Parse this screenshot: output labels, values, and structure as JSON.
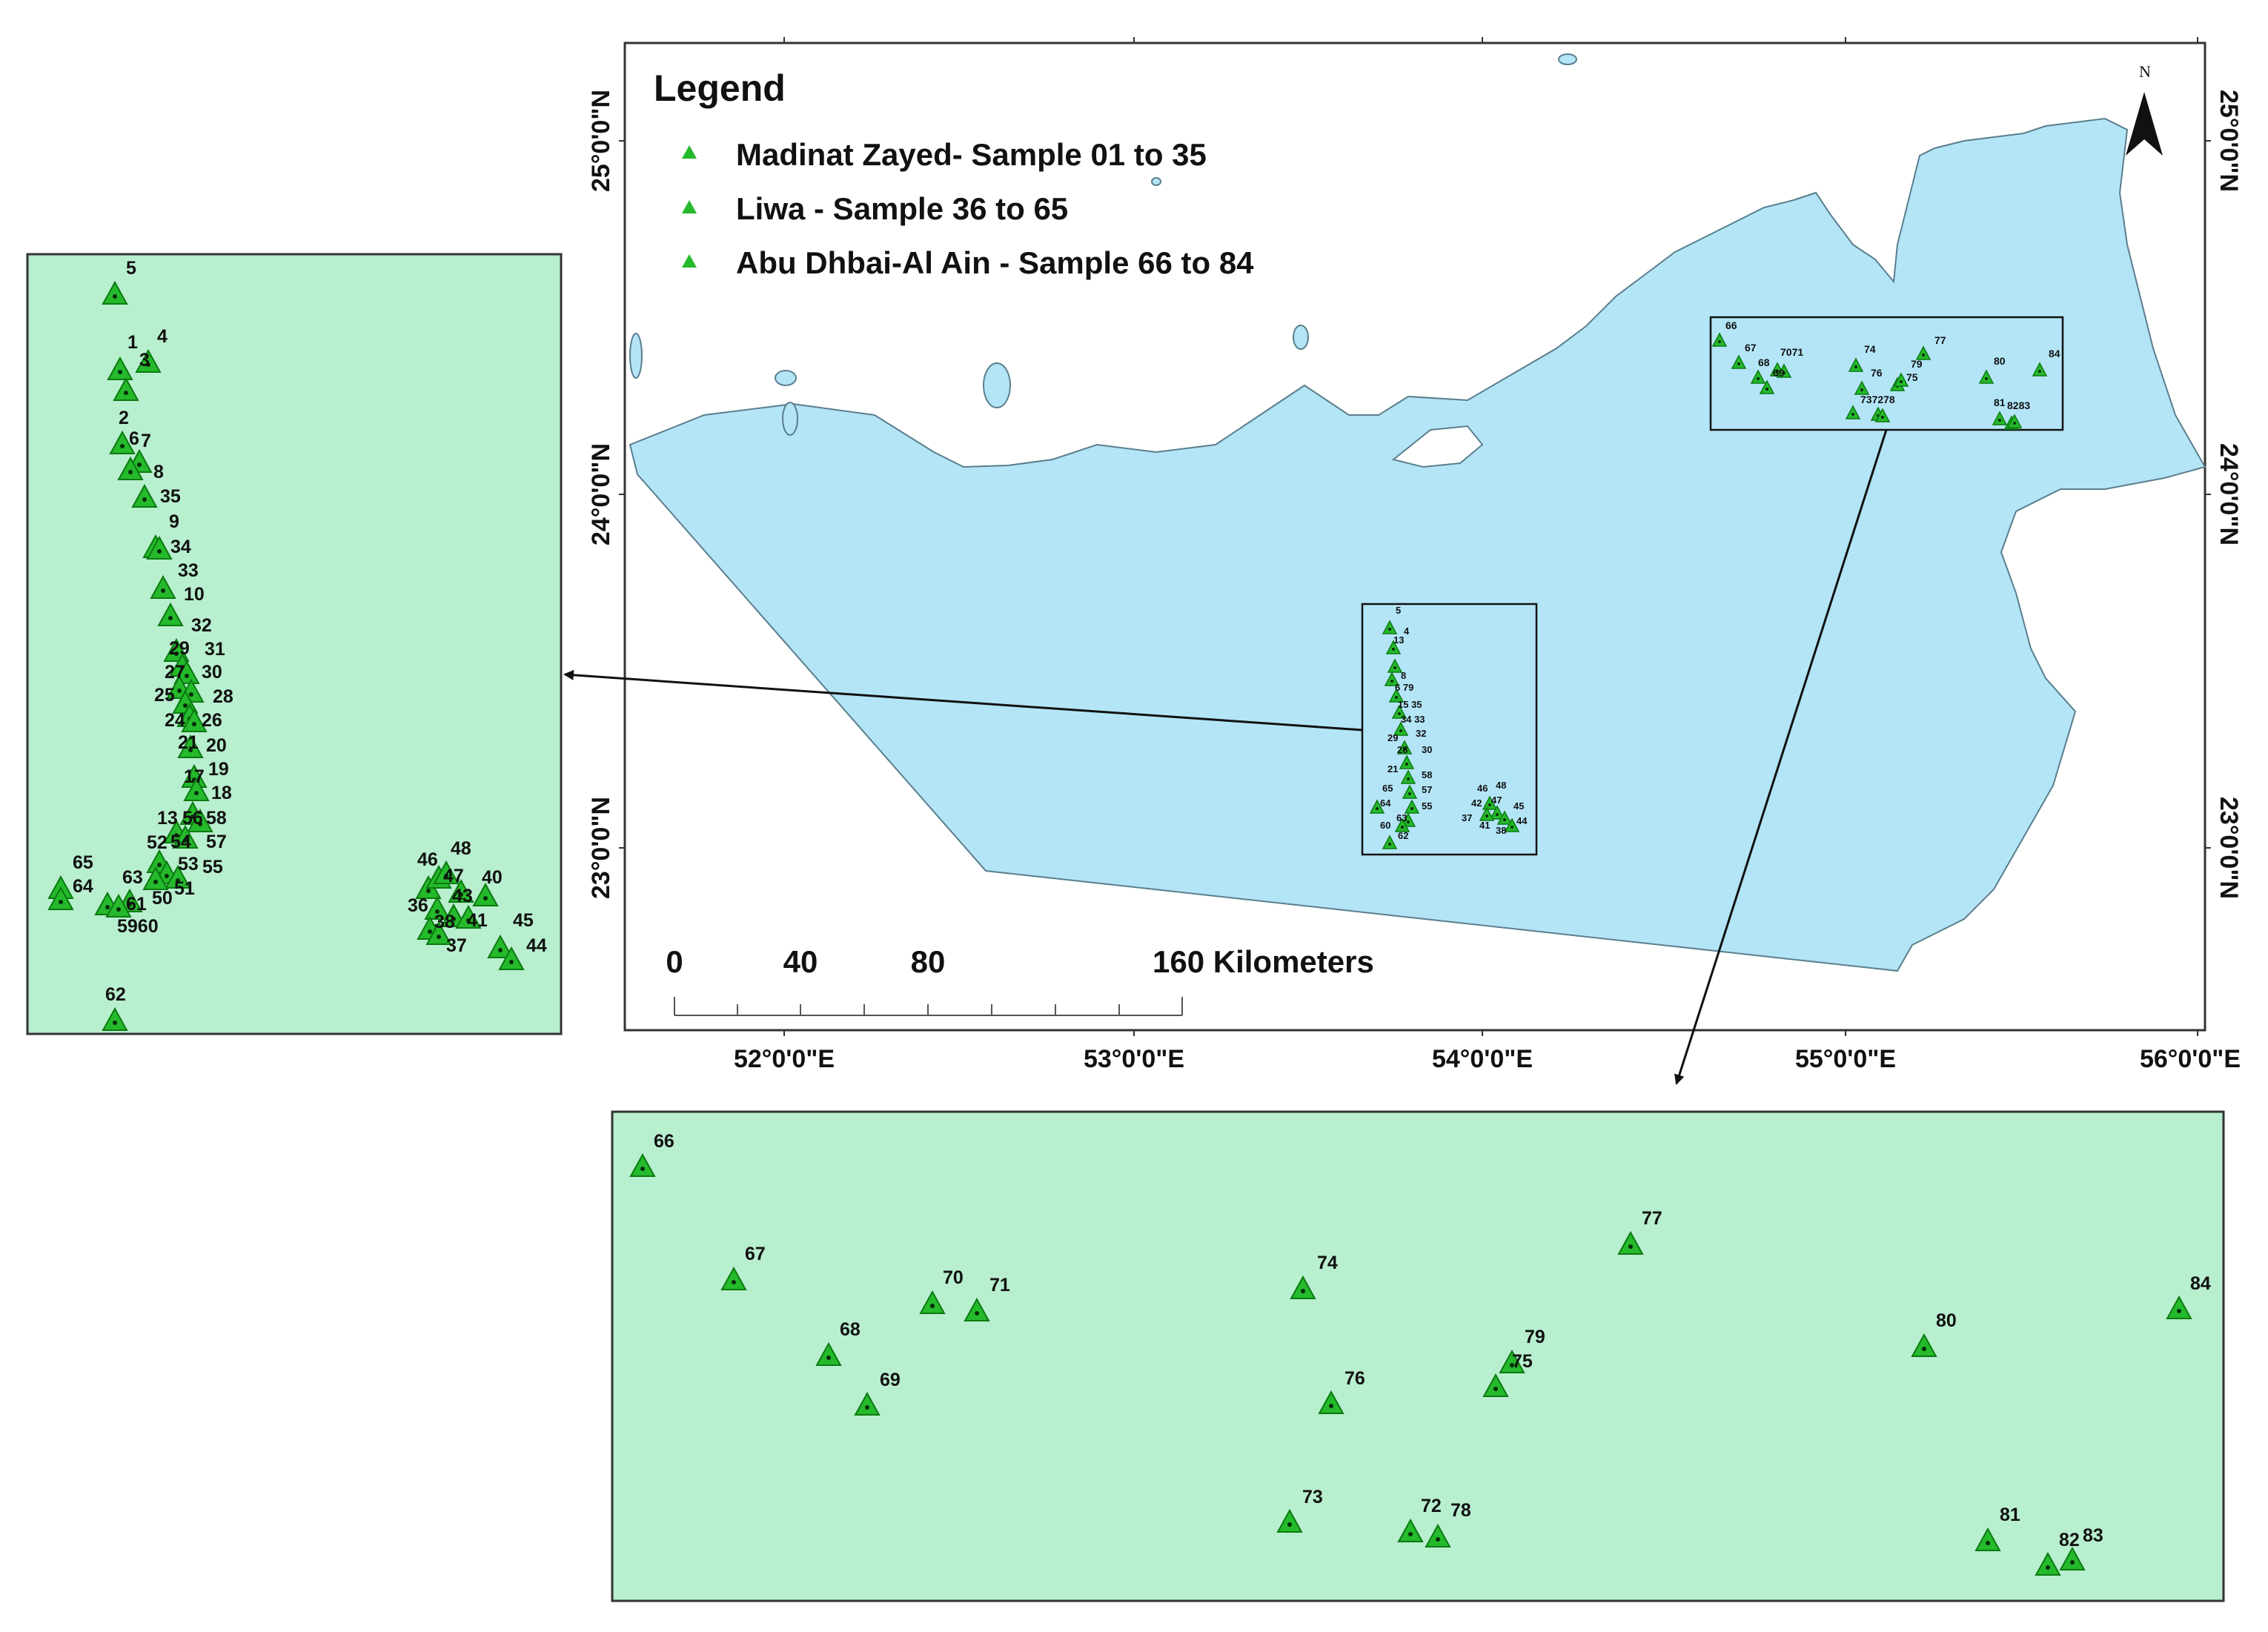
{
  "map": {
    "north_label": "N",
    "legend": {
      "title": "Legend",
      "items": [
        {
          "label": "Madinat Zayed- Sample 01 to 35"
        },
        {
          "label": "Liwa - Sample 36 to 65"
        },
        {
          "label": "Abu Dhbai-Al Ain - Sample 66 to 84"
        }
      ]
    },
    "scale_bar": {
      "ticks": [
        "0",
        "40",
        "80"
      ],
      "end_label": "160 Kilometers"
    },
    "lat_labels": [
      "25°0'0\"N",
      "24°0'0\"N",
      "23°0'0\"N"
    ],
    "lon_labels": [
      "52°0'0\"E",
      "53°0'0\"E",
      "54°0'0\"E",
      "55°0'0\"E",
      "56°0'0\"E"
    ],
    "colors": {
      "land": "#b3e5f7",
      "inset_fill": "#b8efcf",
      "marker": "#25b92c",
      "marker_dark": "#0a6a10"
    }
  }
}
